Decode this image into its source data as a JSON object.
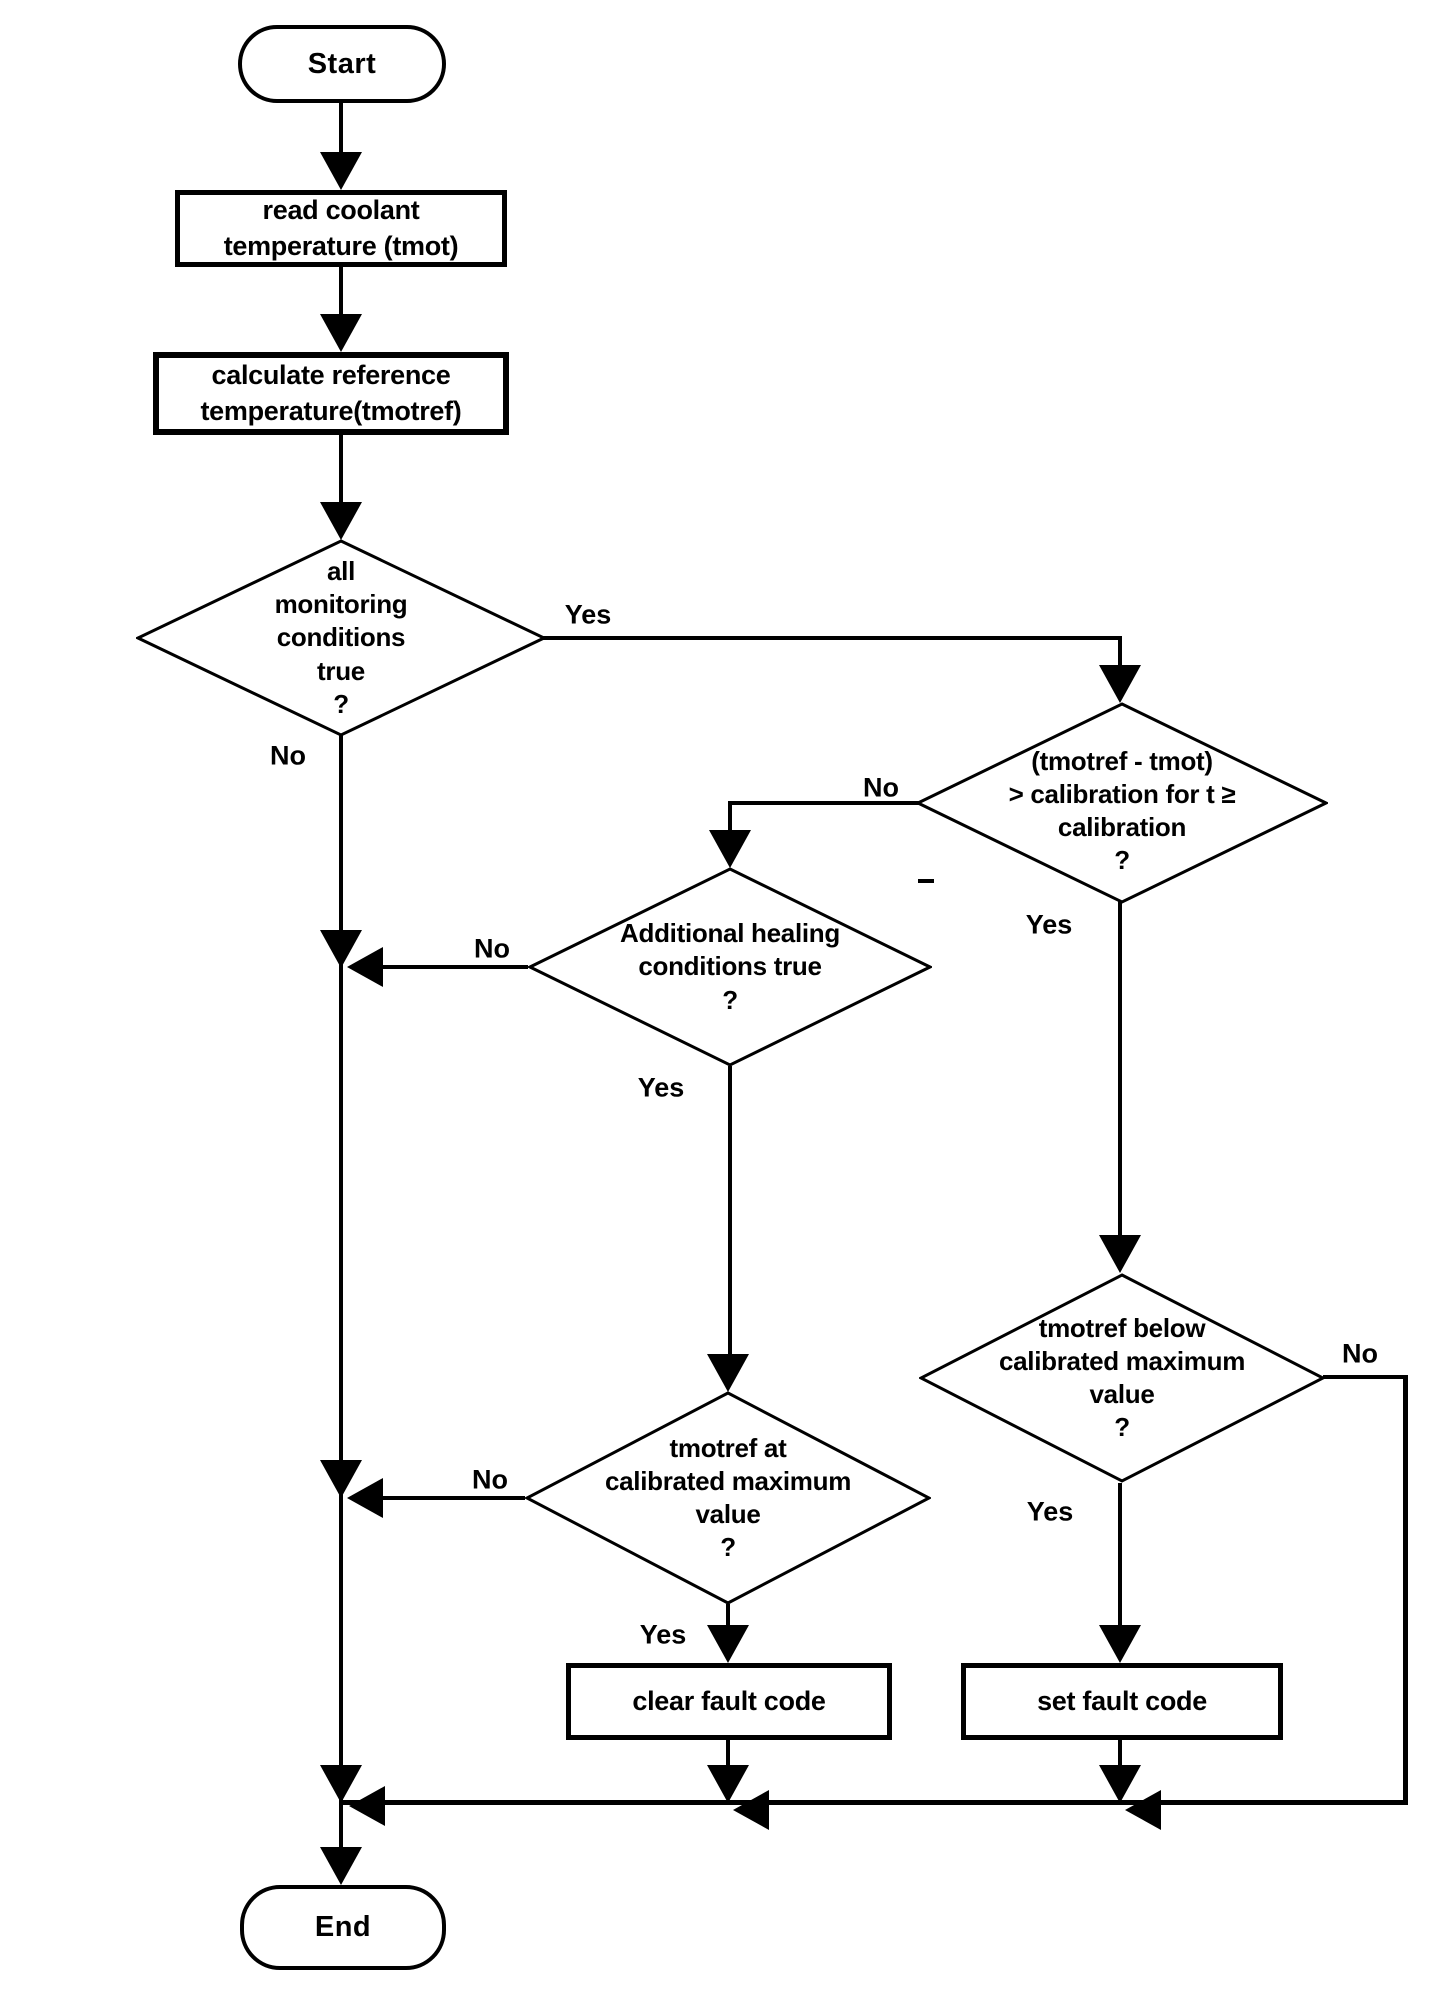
{
  "diagram": {
    "kind": "flowchart",
    "colors": {
      "background": "#ffffff",
      "line": "#000000",
      "text": "#000000",
      "shape_fill": "#ffffff"
    }
  },
  "nodes": {
    "start": {
      "type": "terminal",
      "label": "Start"
    },
    "read_coolant": {
      "type": "process",
      "label": "read coolant\ntemperature (tmot)"
    },
    "calc_ref": {
      "type": "process",
      "label": "calculate reference\ntemperature(tmotref)"
    },
    "d_monitoring": {
      "type": "decision",
      "label": "all\nmonitoring\nconditions\ntrue\n?"
    },
    "d_delta": {
      "type": "decision",
      "label": "(tmotref - tmot)\n> calibration for t ≥\ncalibration\n?"
    },
    "d_healing": {
      "type": "decision",
      "label": "Additional healing\nconditions true\n?"
    },
    "d_at_max": {
      "type": "decision",
      "label": "tmotref at\ncalibrated maximum\nvalue\n?"
    },
    "d_below_max": {
      "type": "decision",
      "label": "tmotref below\ncalibrated maximum\nvalue\n?"
    },
    "clear_fault": {
      "type": "process",
      "label": "clear fault code"
    },
    "set_fault": {
      "type": "process",
      "label": "set fault code"
    },
    "end": {
      "type": "terminal",
      "label": "End"
    }
  },
  "edges": {
    "d_monitoring_yes": "Yes",
    "d_monitoring_no": "No",
    "d_delta_no": "No",
    "d_delta_yes": "Yes",
    "d_healing_no": "No",
    "d_healing_yes": "Yes",
    "d_at_max_no": "No",
    "d_at_max_yes": "Yes",
    "d_below_max_yes": "Yes",
    "d_below_max_no": "No"
  }
}
